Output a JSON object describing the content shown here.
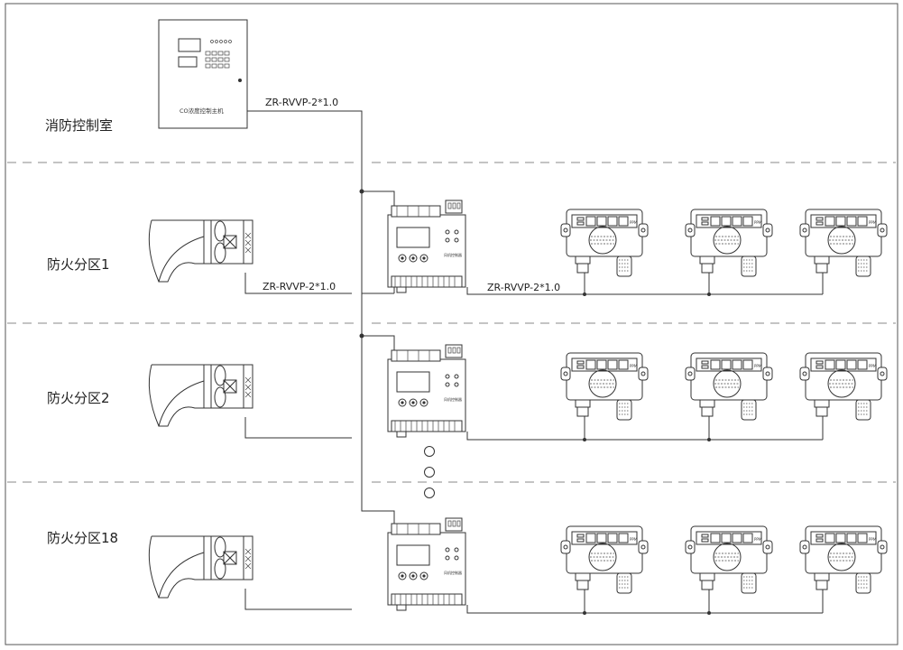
{
  "zones": {
    "control_room": "消防控制室",
    "zone1": "防火分区1",
    "zone2": "防火分区2",
    "zone18": "防火分区18"
  },
  "main_unit": {
    "label": "CO浓度控制主机"
  },
  "cables": {
    "trunk": "ZR-RVVP-2*1.0",
    "fan_link": "ZR-RVVP-2*1.0",
    "sensor_bus": "ZR-RVVP-2*1.0"
  },
  "controller": {
    "label": "风机控制器"
  },
  "sensor": {
    "unit": "PPM"
  },
  "continuation": {
    "icon": "ellipsis-circles-icon"
  }
}
